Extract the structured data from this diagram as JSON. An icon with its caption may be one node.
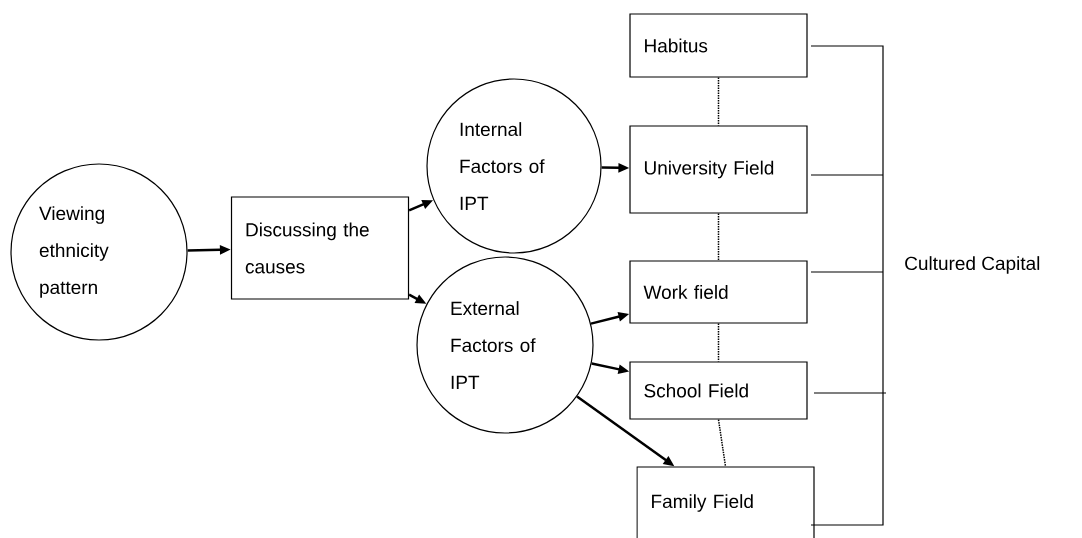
{
  "diagram": {
    "nodes": [
      {
        "text": [
          "Viewing ethnicity pattern"
        ]
      },
      {
        "text": [
          "Discussing the causes"
        ]
      },
      {
        "text": [
          "Internal Factors of IPT"
        ]
      },
      {
        "text": [
          "External Factors of IPT"
        ]
      },
      {
        "text": [
          "Habitus"
        ]
      },
      {
        "text": [
          "University Field"
        ]
      },
      {
        "text": [
          "Work field"
        ]
      },
      {
        "text": [
          "School Field"
        ]
      },
      {
        "text": [
          "Family Field"
        ]
      }
    ],
    "edges": [
      {
        "from": 0,
        "to": 1,
        "arrow": "to"
      },
      {
        "from": 1,
        "to": 2,
        "arrow": "to"
      },
      {
        "from": 1,
        "to": 3,
        "arrow": "to"
      },
      {
        "from": 2,
        "to": 5,
        "arrow": "to"
      },
      {
        "from": 3,
        "to": 6,
        "arrow": "to"
      },
      {
        "from": 3,
        "to": 7,
        "arrow": "to"
      },
      {
        "from": 3,
        "to": 8,
        "arrow": "to"
      },
      {
        "from": 4,
        "to": 5,
        "arrow": "none",
        "style": "dashed"
      },
      {
        "from": 5,
        "to": 6,
        "arrow": "none",
        "style": "dashed"
      },
      {
        "from": 6,
        "to": 7,
        "arrow": "none",
        "style": "dashed"
      },
      {
        "from": 7,
        "to": 8,
        "arrow": "none",
        "style": "dashed"
      }
    ],
    "labels": [
      "Cultured Capital"
    ]
  }
}
